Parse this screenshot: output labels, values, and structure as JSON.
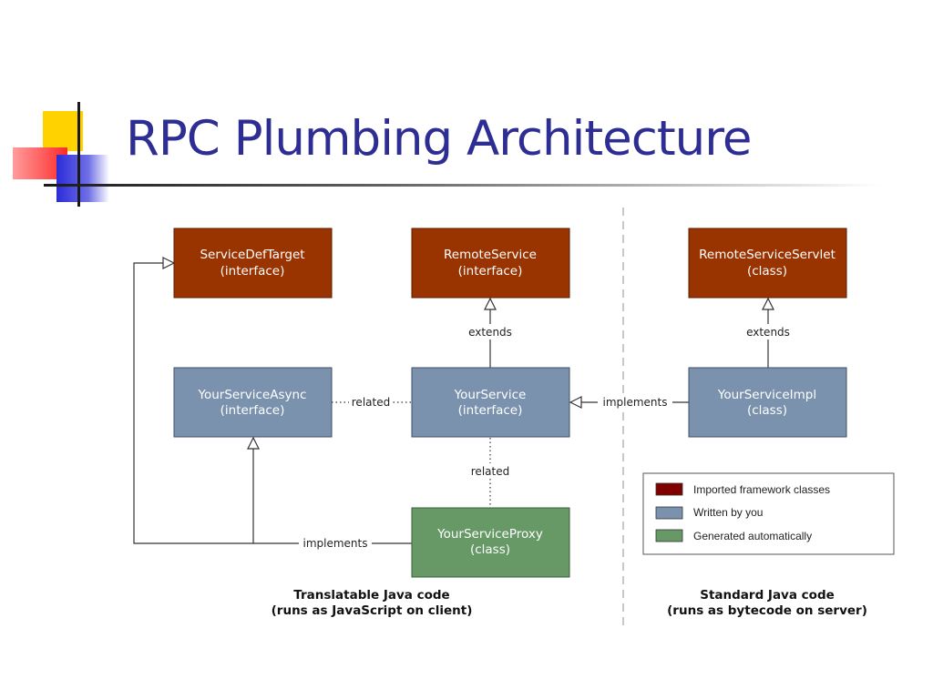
{
  "slide": {
    "title": "RPC Plumbing Architecture"
  },
  "colors": {
    "title": "#2d2d93",
    "framework": "#993300",
    "written": "#7a92ad",
    "generated": "#669966",
    "edge": "#333333",
    "divider": "#c8c8c8"
  },
  "nodes": [
    {
      "id": "servicedeftarget",
      "name": "ServiceDefTarget",
      "kind": "(interface)",
      "category": "framework"
    },
    {
      "id": "remoteservice",
      "name": "RemoteService",
      "kind": "(interface)",
      "category": "framework"
    },
    {
      "id": "remoteserviceservlet",
      "name": "RemoteServiceServlet",
      "kind": "(class)",
      "category": "framework"
    },
    {
      "id": "yourserviceasync",
      "name": "YourServiceAsync",
      "kind": "(interface)",
      "category": "written"
    },
    {
      "id": "yourservice",
      "name": "YourService",
      "kind": "(interface)",
      "category": "written"
    },
    {
      "id": "yourserviceimpl",
      "name": "YourServiceImpl",
      "kind": "(class)",
      "category": "written"
    },
    {
      "id": "yourserviceproxy",
      "name": "YourServiceProxy",
      "kind": "(class)",
      "category": "generated"
    }
  ],
  "edges": [
    {
      "from": "yourservice",
      "to": "remoteservice",
      "label": "extends",
      "style": "inheritance"
    },
    {
      "from": "yourserviceimpl",
      "to": "remoteserviceservlet",
      "label": "extends",
      "style": "inheritance"
    },
    {
      "from": "yourserviceasync",
      "to": "yourservice",
      "label": "related",
      "style": "dotted"
    },
    {
      "from": "yourserviceimpl",
      "to": "yourservice",
      "label": "implements",
      "style": "realization"
    },
    {
      "from": "yourservice",
      "to": "yourserviceproxy",
      "label": "related",
      "style": "dotted"
    },
    {
      "from": "yourserviceproxy",
      "to": "yourserviceasync",
      "label": "implements",
      "style": "realization"
    },
    {
      "from": "yourserviceproxy",
      "to": "servicedeftarget",
      "label": "",
      "style": "realization"
    }
  ],
  "legend": [
    {
      "label": "Imported framework classes",
      "color": "#800000"
    },
    {
      "label": "Written by you",
      "color": "#7a92ad"
    },
    {
      "label": "Generated automatically",
      "color": "#669966"
    }
  ],
  "captions": {
    "client_line1": "Translatable Java code",
    "client_line2": "(runs as JavaScript on client)",
    "server_line1": "Standard Java code",
    "server_line2": "(runs as bytecode on server)"
  }
}
